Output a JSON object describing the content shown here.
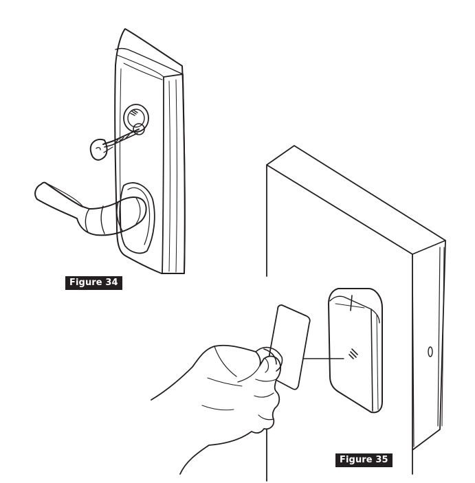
{
  "figures": [
    {
      "label": "Figure 34",
      "subject": "lever-lock-key-override"
    },
    {
      "label": "Figure 35",
      "subject": "keycard-reader"
    }
  ],
  "colors": {
    "ink": "#231f20",
    "paper": "#ffffff",
    "label_bg": "#231f20",
    "label_text": "#ffffff"
  }
}
